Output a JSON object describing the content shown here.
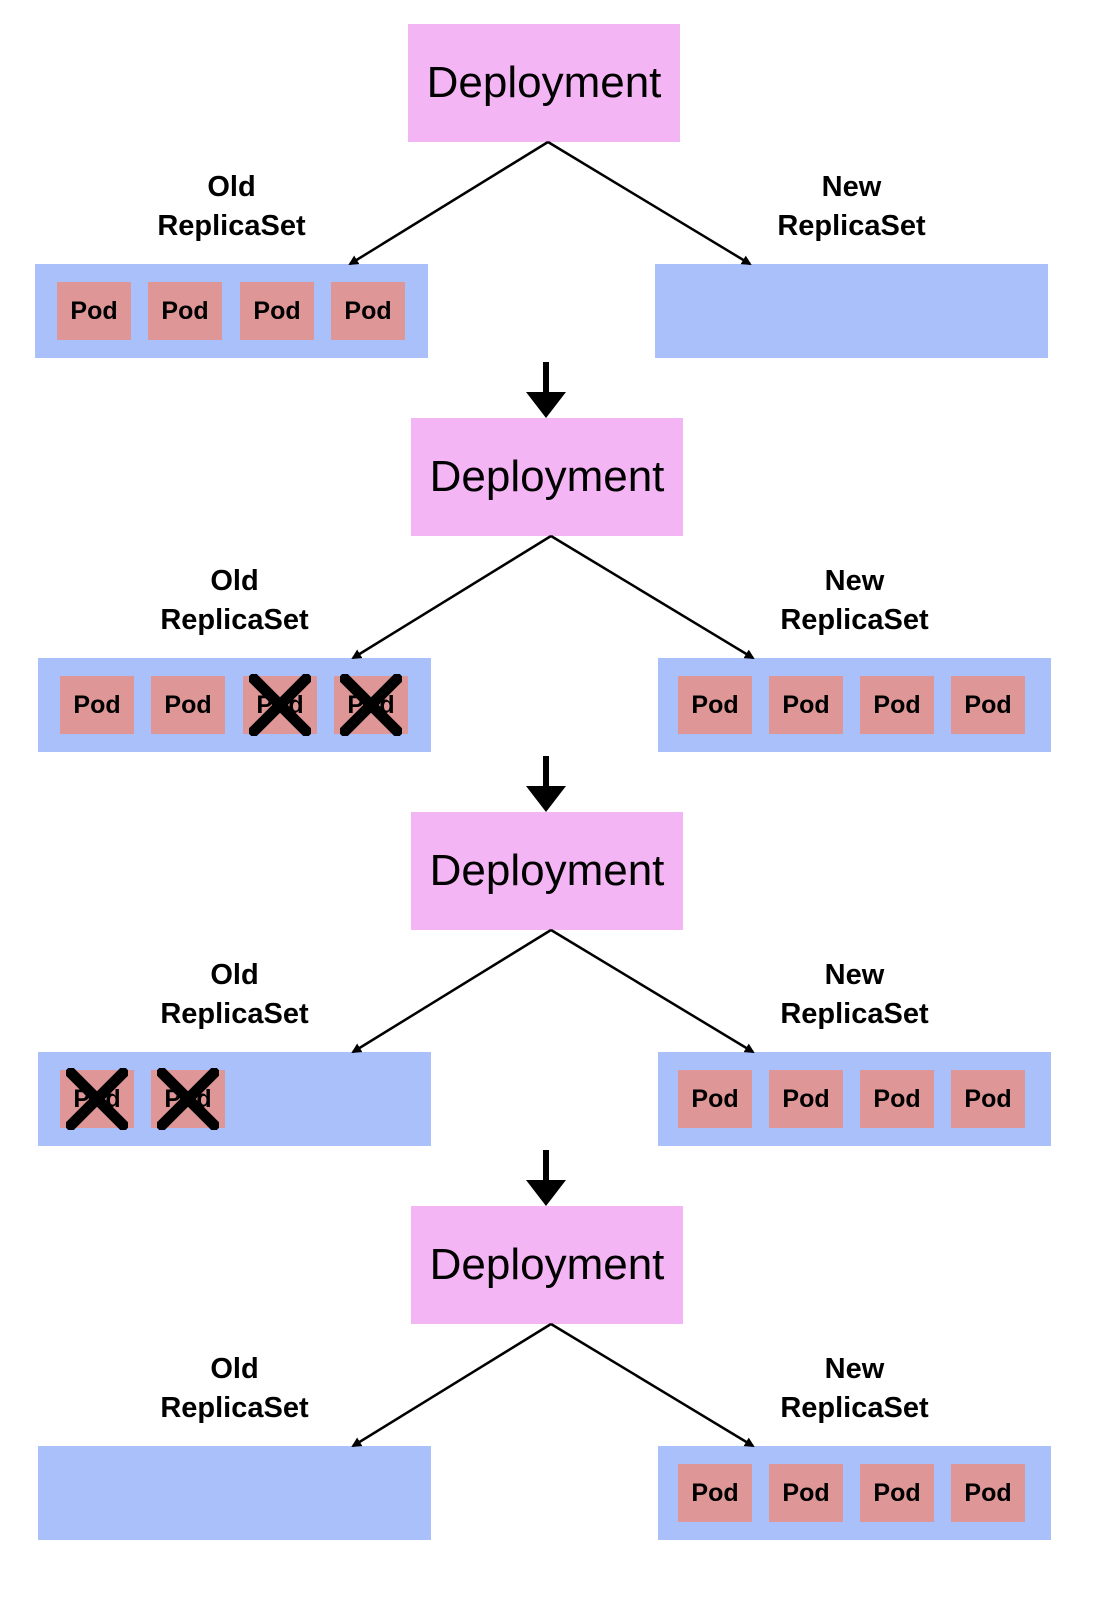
{
  "colors": {
    "deployment_fill": "#f4b5f4",
    "replicaset_fill": "#aac0fb",
    "pod_fill": "#de9696",
    "line": "#000000"
  },
  "stages": [
    {
      "deployment_label": "Deployment",
      "old_replicaset": {
        "label_line1": "Old",
        "label_line2": "ReplicaSet",
        "pods": [
          {
            "label": "Pod",
            "deleted": false
          },
          {
            "label": "Pod",
            "deleted": false
          },
          {
            "label": "Pod",
            "deleted": false
          },
          {
            "label": "Pod",
            "deleted": false
          }
        ]
      },
      "new_replicaset": {
        "label_line1": "New",
        "label_line2": "ReplicaSet",
        "pods": []
      }
    },
    {
      "deployment_label": "Deployment",
      "old_replicaset": {
        "label_line1": "Old",
        "label_line2": "ReplicaSet",
        "pods": [
          {
            "label": "Pod",
            "deleted": false
          },
          {
            "label": "Pod",
            "deleted": false
          },
          {
            "label": "Pod",
            "deleted": true
          },
          {
            "label": "Pod",
            "deleted": true
          }
        ]
      },
      "new_replicaset": {
        "label_line1": "New",
        "label_line2": "ReplicaSet",
        "pods": [
          {
            "label": "Pod",
            "deleted": false
          },
          {
            "label": "Pod",
            "deleted": false
          },
          {
            "label": "Pod",
            "deleted": false
          },
          {
            "label": "Pod",
            "deleted": false
          }
        ]
      }
    },
    {
      "deployment_label": "Deployment",
      "old_replicaset": {
        "label_line1": "Old",
        "label_line2": "ReplicaSet",
        "pods": [
          {
            "label": "Pod",
            "deleted": true
          },
          {
            "label": "Pod",
            "deleted": true
          }
        ]
      },
      "new_replicaset": {
        "label_line1": "New",
        "label_line2": "ReplicaSet",
        "pods": [
          {
            "label": "Pod",
            "deleted": false
          },
          {
            "label": "Pod",
            "deleted": false
          },
          {
            "label": "Pod",
            "deleted": false
          },
          {
            "label": "Pod",
            "deleted": false
          }
        ]
      }
    },
    {
      "deployment_label": "Deployment",
      "old_replicaset": {
        "label_line1": "Old",
        "label_line2": "ReplicaSet",
        "pods": []
      },
      "new_replicaset": {
        "label_line1": "New",
        "label_line2": "ReplicaSet",
        "pods": [
          {
            "label": "Pod",
            "deleted": false
          },
          {
            "label": "Pod",
            "deleted": false
          },
          {
            "label": "Pod",
            "deleted": false
          },
          {
            "label": "Pod",
            "deleted": false
          }
        ]
      }
    }
  ]
}
